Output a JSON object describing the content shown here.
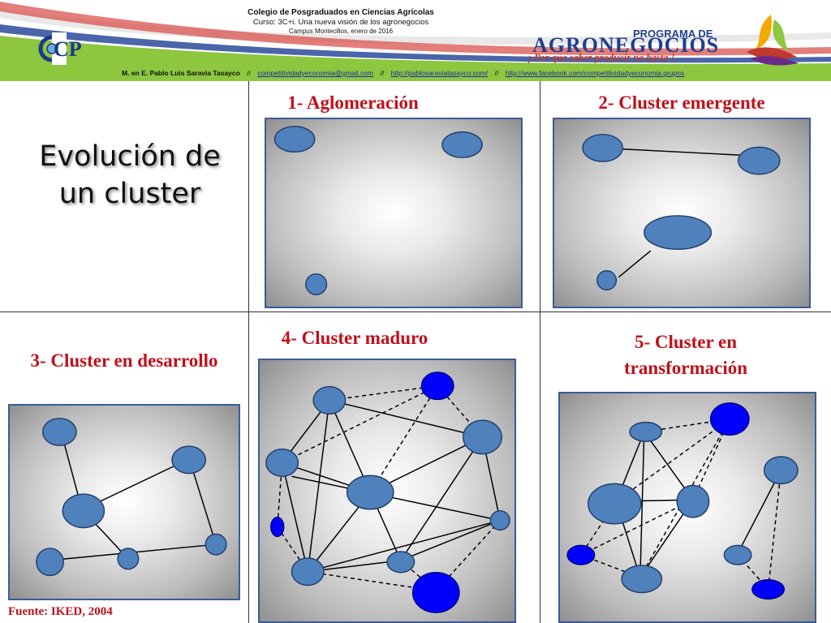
{
  "header": {
    "institution": "Colegio de Posgraduados en Ciencias Agrícolas",
    "course": "Curso: 3C+i. Una nueva visión de los agronegocios",
    "campus": "Campus Montecillos, enero de 2016",
    "logo_left": "CP",
    "program_top": "PROGRAMA DE",
    "program_name": "AGRONEGOCIOS",
    "program_tagline": "¡ Por que saber producir no basta !"
  },
  "contact_bar": {
    "author": "M. en E. Pablo Luis Saravia Tasayco",
    "separator": "//",
    "email": "competitividadyeconomia@gmail.com",
    "blog": "http://pablosaraviatasayco.com/",
    "facebook": "http://www.facebook.com/competitividadyeconomia.grupos"
  },
  "title": {
    "line1": "Evolución de",
    "line2": "un cluster"
  },
  "stages": [
    {
      "label": "1- Aglomeración"
    },
    {
      "label": "2- Cluster emergente"
    },
    {
      "label": "3- Cluster en desarrollo"
    },
    {
      "label": "4- Cluster maduro"
    },
    {
      "label_line1": "5- Cluster en",
      "label_line2": "transformación"
    }
  ],
  "source": "Fuente: IKED, 2004",
  "colors": {
    "label_red": "#c0101a",
    "node_blue": "#4f81bd",
    "node_bright": "#0000ff",
    "bar_green": "#8dc63f",
    "panel_border": "#3b5a9a"
  }
}
